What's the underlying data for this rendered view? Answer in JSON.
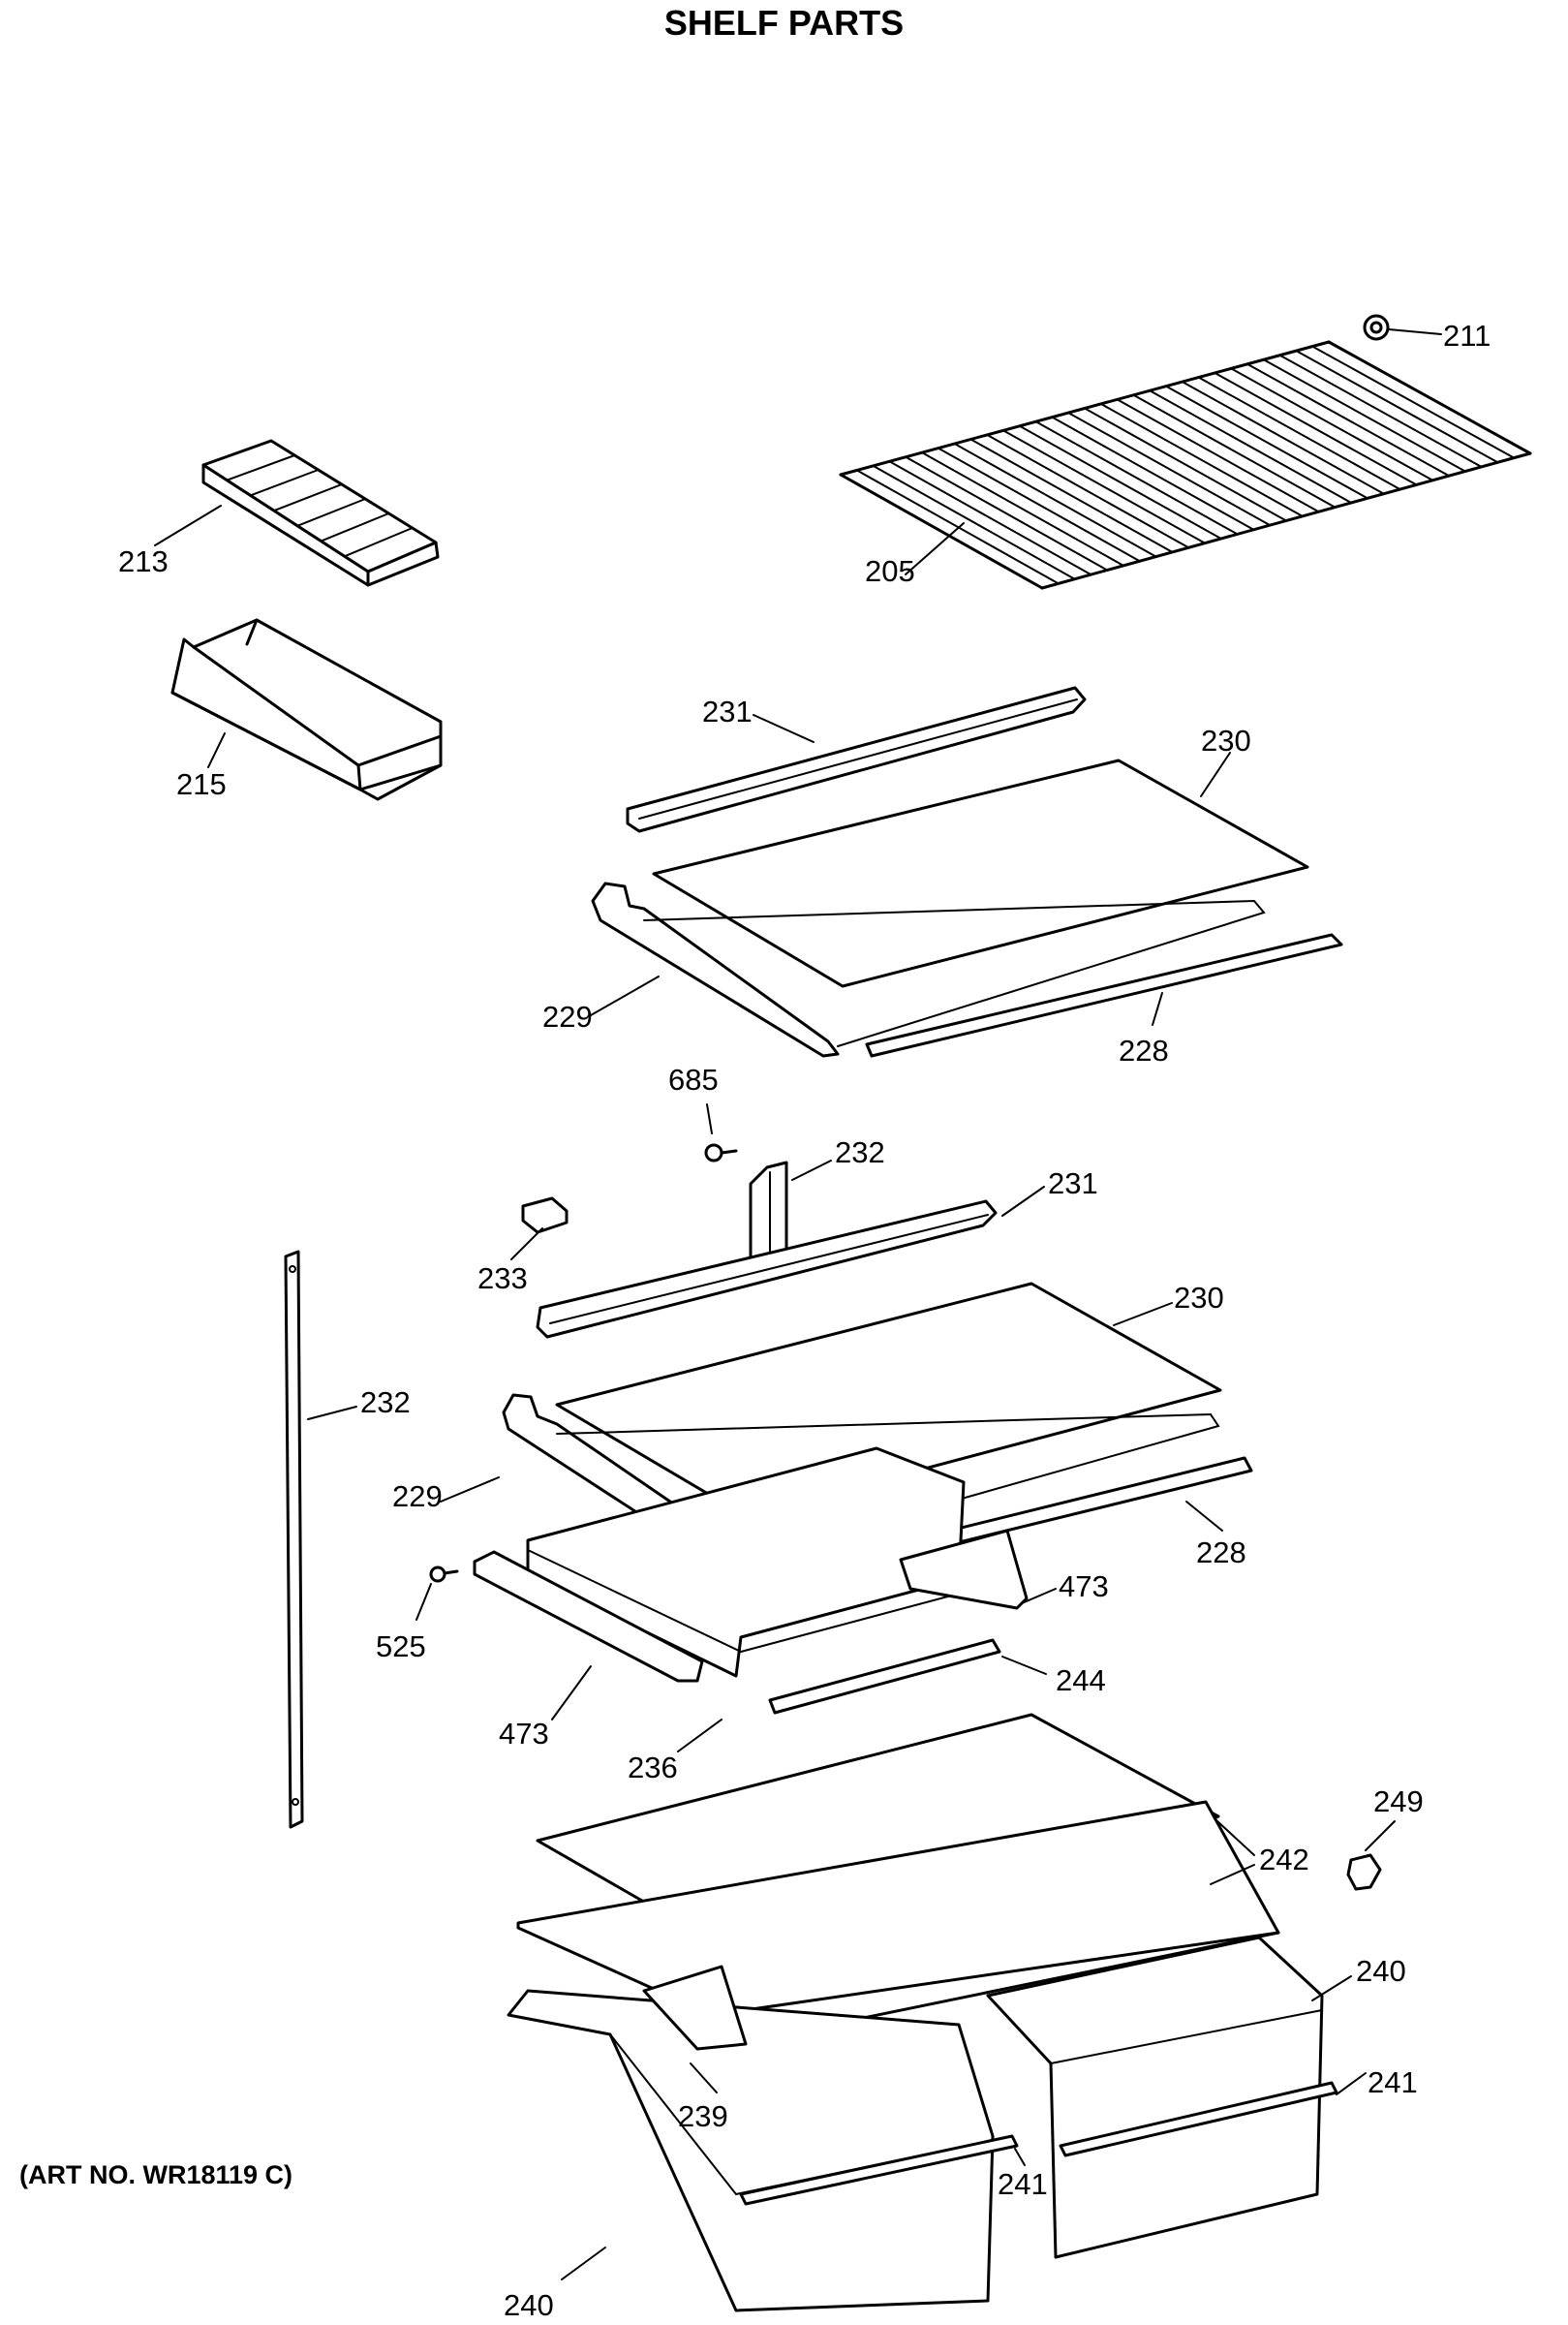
{
  "title": "SHELF PARTS",
  "art_number": "(ART NO. WR18119 C)",
  "callouts": {
    "c211": "211",
    "c213": "213",
    "c205": "205",
    "c215": "215",
    "c231a": "231",
    "c230a": "230",
    "c229a": "229",
    "c228a": "228",
    "c685": "685",
    "c232a": "232",
    "c231b": "231",
    "c233": "233",
    "c230b": "230",
    "c232b": "232",
    "c229b": "229",
    "c228b": "228",
    "c473a": "473",
    "c525": "525",
    "c473b": "473",
    "c244": "244",
    "c236": "236",
    "c249": "249",
    "c242": "242",
    "c240a": "240",
    "c241a": "241",
    "c239": "239",
    "c241b": "241",
    "c240b": "240"
  }
}
